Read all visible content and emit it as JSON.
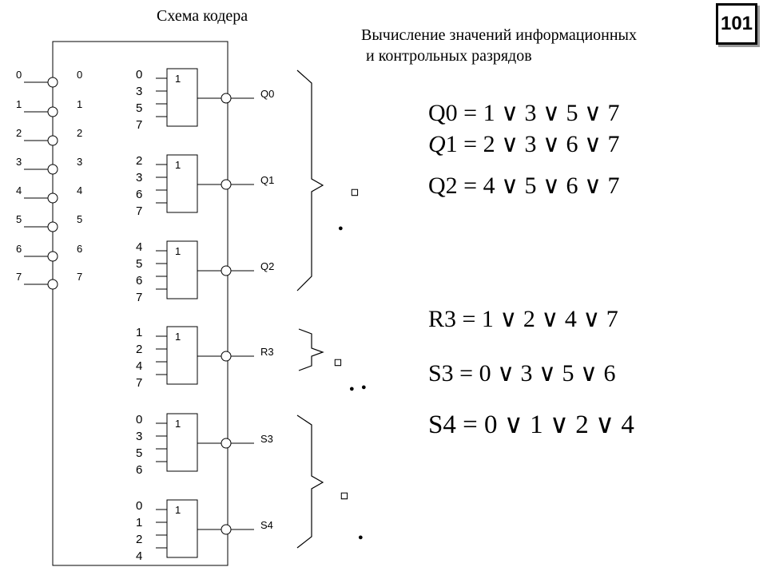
{
  "slide_number": "101",
  "schema_title": "Схема кодера",
  "calc_title_line1": "Вычисление значений информационных",
  "calc_title_line2": "и контрольных разрядов",
  "inputs": [
    "0",
    "1",
    "2",
    "3",
    "4",
    "5",
    "6",
    "7"
  ],
  "gate_symbol": "1",
  "gates": [
    {
      "output": "Q0",
      "inputs": [
        "0",
        "3",
        "5",
        "7"
      ]
    },
    {
      "output": "Q1",
      "inputs": [
        "2",
        "3",
        "6",
        "7"
      ]
    },
    {
      "output": "Q2",
      "inputs": [
        "4",
        "5",
        "6",
        "7"
      ]
    },
    {
      "output": "R3",
      "inputs": [
        "1",
        "2",
        "4",
        "7"
      ]
    },
    {
      "output": "S3",
      "inputs": [
        "0",
        "3",
        "5",
        "6"
      ]
    },
    {
      "output": "S4",
      "inputs": [
        "0",
        "1",
        "2",
        "4"
      ]
    }
  ],
  "equations": {
    "q0": "Q0 = 1 ∨ 3 ∨ 5 ∨ 7",
    "q1_prefix": "Q",
    "q1_rest": "1 = 2 ∨ 3 ∨ 6 ∨ 7",
    "q2": "Q2 = 4 ∨ 5 ∨ 6 ∨ 7",
    "r3": "R3 = 1 ∨ 2 ∨ 4 ∨ 7",
    "s3": "S3 = 0 ∨ 3 ∨ 5 ∨ 6",
    "s4": "S4 = 0 ∨ 1 ∨ 2 ∨ 4"
  }
}
